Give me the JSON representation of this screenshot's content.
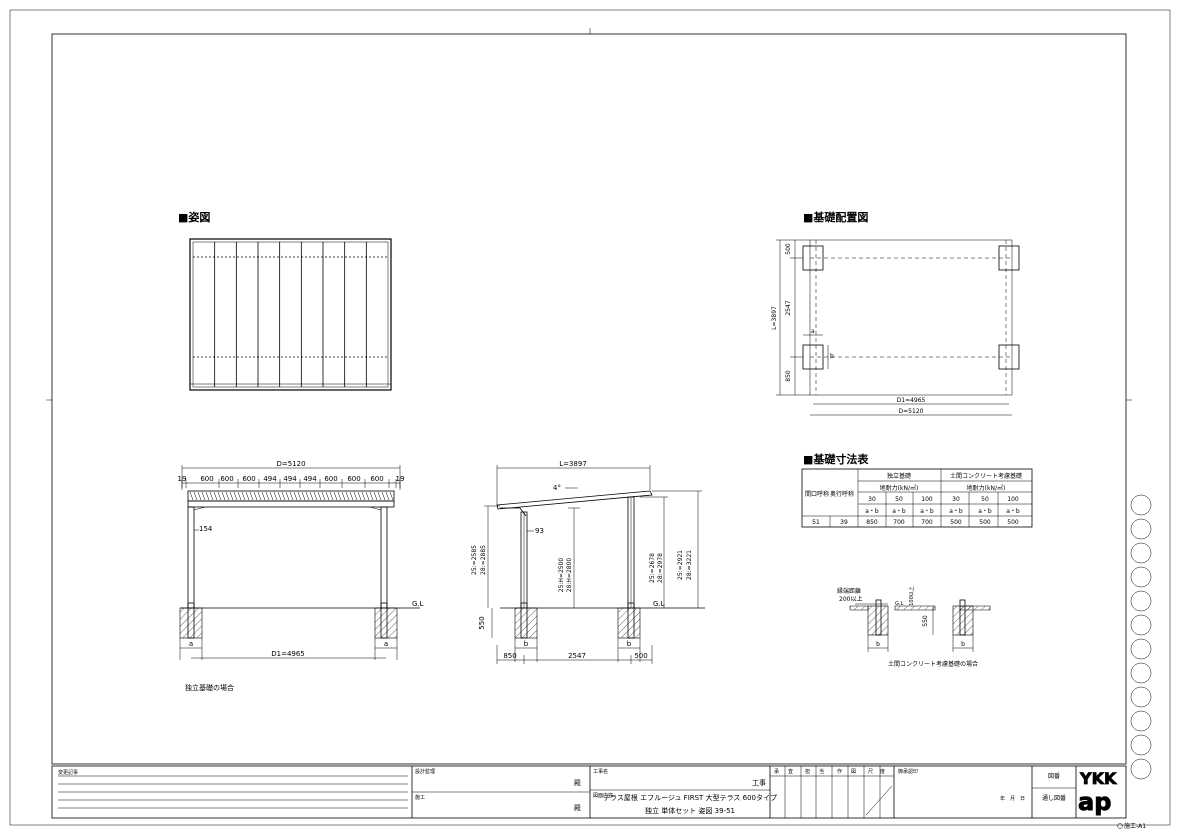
{
  "sections": {
    "view": "■姿図",
    "foundation_layout": "■基礎配置図",
    "foundation_table": "■基礎寸法表"
  },
  "front_dims": {
    "D": "D=5120",
    "edge_left": "19",
    "edge_right": "19",
    "spans": [
      "600",
      "600",
      "600",
      "494",
      "494",
      "494",
      "600",
      "600",
      "600"
    ],
    "d154": "154",
    "a_left": "a",
    "a_right": "a",
    "D1": "D1=4965",
    "gl": "G.L",
    "note": "独立基礎の場合"
  },
  "side_dims": {
    "L": "L=3897",
    "angle": "4°",
    "d93": "93",
    "h_front_a": "25:H=2500",
    "h_front_b": "28:H=2800",
    "left_a": "25:=2585",
    "left_b": "28:=2885",
    "mid_a": "25:=2678",
    "mid_b": "28:=2978",
    "right_a": "25:=2921",
    "right_b": "28:=3221",
    "d550": "550",
    "b_left": "b",
    "b_right": "b",
    "w850": "850",
    "w2547": "2547",
    "w500": "500",
    "gl": "G.L"
  },
  "plan_dims": {
    "d500": "500",
    "d2547": "2547",
    "L": "L=3897",
    "d850": "850",
    "a": "a",
    "b": "b",
    "D1": "D1=4965",
    "D": "D=5120"
  },
  "table": {
    "h_span": "間口呼称",
    "h_depth": "奥行呼称",
    "h_indep": "独立基礎",
    "h_earth": "土間コンクリート考慮基礎",
    "h_cap1": "地耐力(kN/㎡)",
    "h_cap2": "地耐力(kN/㎡)",
    "cap_vals": [
      "30",
      "50",
      "100",
      "30",
      "50",
      "100"
    ],
    "ab_vals": [
      "a・b",
      "a・b",
      "a・b",
      "a・b",
      "a・b",
      "a・b"
    ],
    "row": {
      "span": "51",
      "depth": "39",
      "v": [
        "850",
        "700",
        "700",
        "500",
        "500",
        "500"
      ]
    }
  },
  "earth_detail": {
    "edge_label1": "縁端距離",
    "edge_label2": "200以上",
    "d100": "100以上",
    "gl": "G.L",
    "d550": "550",
    "b1": "b",
    "b2": "b",
    "note": "土間コンクリート考慮基礎の場合"
  },
  "titleblock": {
    "change_log": "変更記事",
    "design_supervisor": "設計監理",
    "builder": "施工",
    "dono1": "殿",
    "dono2": "殿",
    "work_name": "工事名",
    "work_suffix": "工事",
    "drawing_content": "図面内容",
    "content_line1": "テラス屋根 エフルージュ FIRST 大型テラス 600タイプ",
    "content_line2": "独立 単体セット 姿図 39-51",
    "cols": [
      "承",
      "査",
      "担",
      "当",
      "作",
      "図",
      "尺",
      "度"
    ],
    "approval": "御承認印",
    "date": "年　月　日",
    "zuban": "図番",
    "toshi": "通し図番",
    "brand": "YKK ap",
    "code": "施工-A1"
  }
}
